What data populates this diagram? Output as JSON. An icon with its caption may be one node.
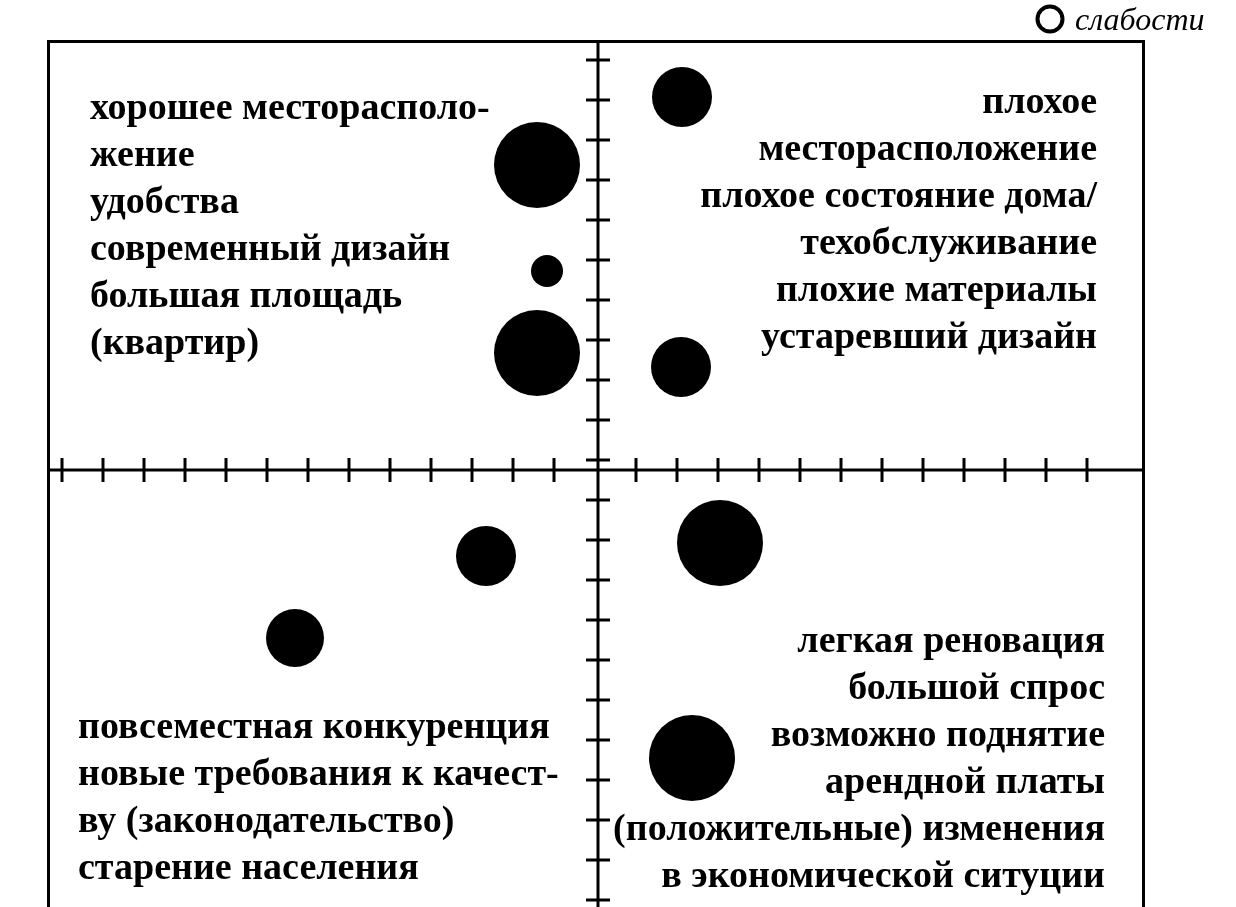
{
  "diagram": {
    "nodes": [
      {
        "text": [
          "хорошее месторасполо-жение",
          "удобства",
          "современный дизайн",
          "большая площадь (квартир)"
        ]
      },
      {
        "text": [
          "плохое месторасположение",
          "плохое состояние дома/ техобслуживание",
          "плохие материалы",
          "устаревший дизайн"
        ]
      },
      {
        "text": [
          "повсеместная конкуренция",
          "новые требования к качест-ву (законодательство)",
          "старение населения"
        ]
      },
      {
        "text": [
          "легкая реновация",
          "большой спрос",
          "возможно поднятие арендной платы",
          "(положительные) изменения в экономической ситуции"
        ]
      }
    ],
    "legend": [
      {
        "text": "слабости"
      }
    ]
  }
}
